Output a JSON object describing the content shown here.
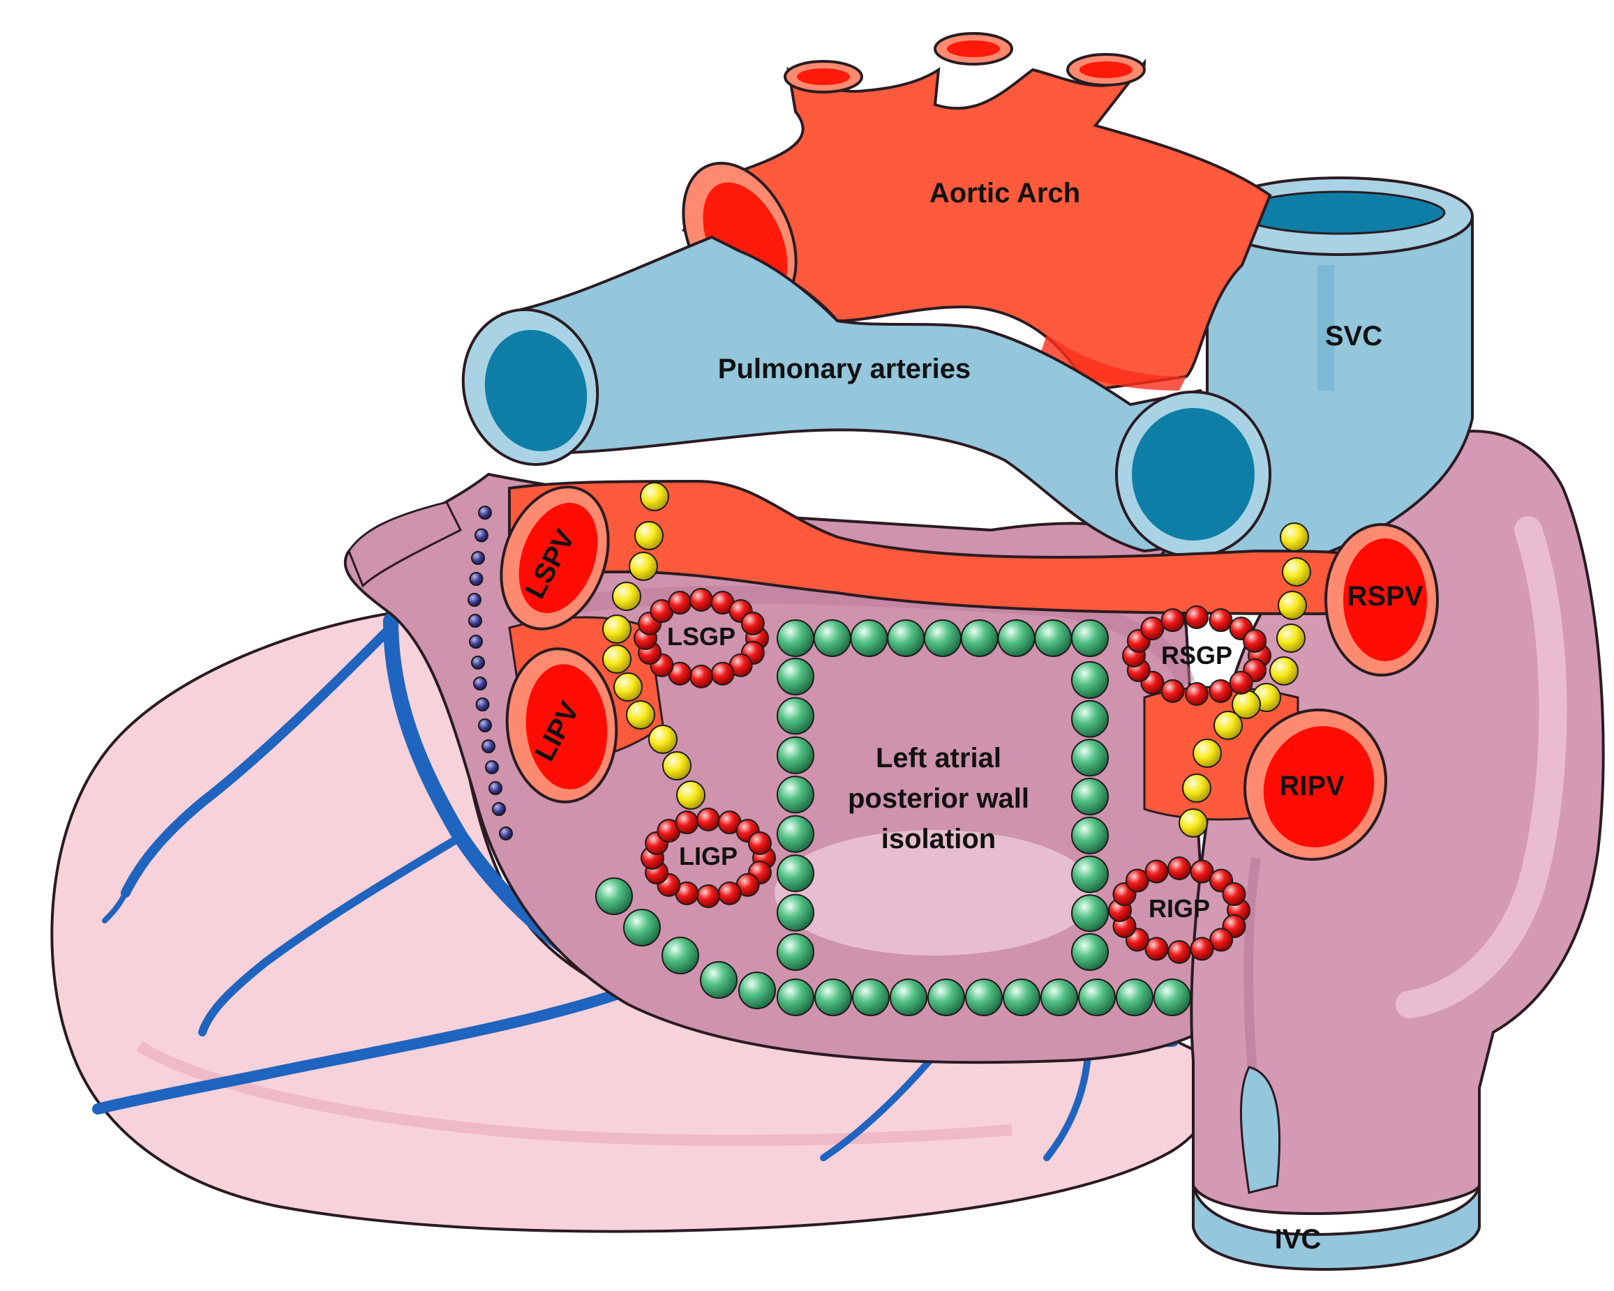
{
  "labels": {
    "aortic_arch": "Aortic Arch",
    "pulmonary_arteries": "Pulmonary arteries",
    "svc": "SVC",
    "ivc": "IVC",
    "lspv": "LSPV",
    "lipv": "LIPV",
    "rspv": "RSPV",
    "ripv": "RIPV",
    "lsgp": "LSGP",
    "ligp": "LIGP",
    "rsgp": "RSGP",
    "rigp": "RIGP",
    "center_line1": "Left atrial",
    "center_line2": "posterior wall",
    "center_line3": "isolation"
  },
  "colors": {
    "aorta": "#ff5a3c",
    "aorta_lumen": "#ff1a0a",
    "vessel_blue": "#94c6dc",
    "vessel_blue_dark": "#0e7ea6",
    "atrium": "#cf93ad",
    "ventricle": "#f8d2da",
    "coronary_blue": "#1f64bf",
    "pv_red": "#ff5a3c",
    "pv_lumen": "#ff0d05",
    "dot_green": "#2e9a62",
    "dot_red": "#e00a0a",
    "dot_yellow": "#f2e20a",
    "dot_purple": "#3b3a8e"
  }
}
